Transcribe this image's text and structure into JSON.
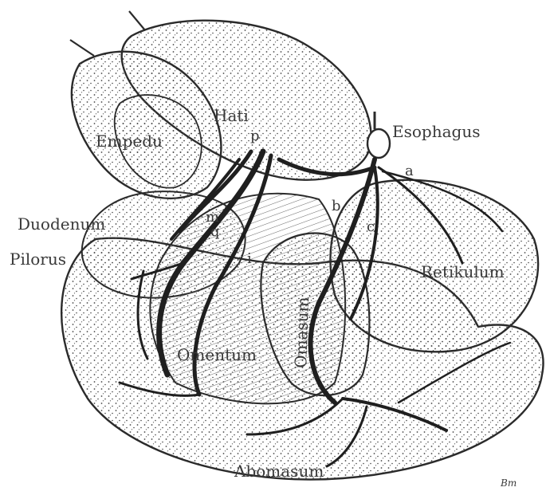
{
  "figure": {
    "colors": {
      "ink": "#2b2b2b",
      "paper": "#ffffff",
      "stipple": "#444444"
    },
    "labels": {
      "hati": "Hati",
      "empedu": "Empedu",
      "p": "p",
      "esophagus": "Esophagus",
      "a": "a",
      "b": "b",
      "c": "c",
      "duodenum": "Duodenum",
      "m": "m",
      "q": "q",
      "pilorus": "Pilorus",
      "i": "i",
      "retikulum": "Retikulum",
      "omasum": "Omasum",
      "omentum": "Omentum",
      "abomasum": "Abomasum",
      "signature": "Bm"
    }
  }
}
